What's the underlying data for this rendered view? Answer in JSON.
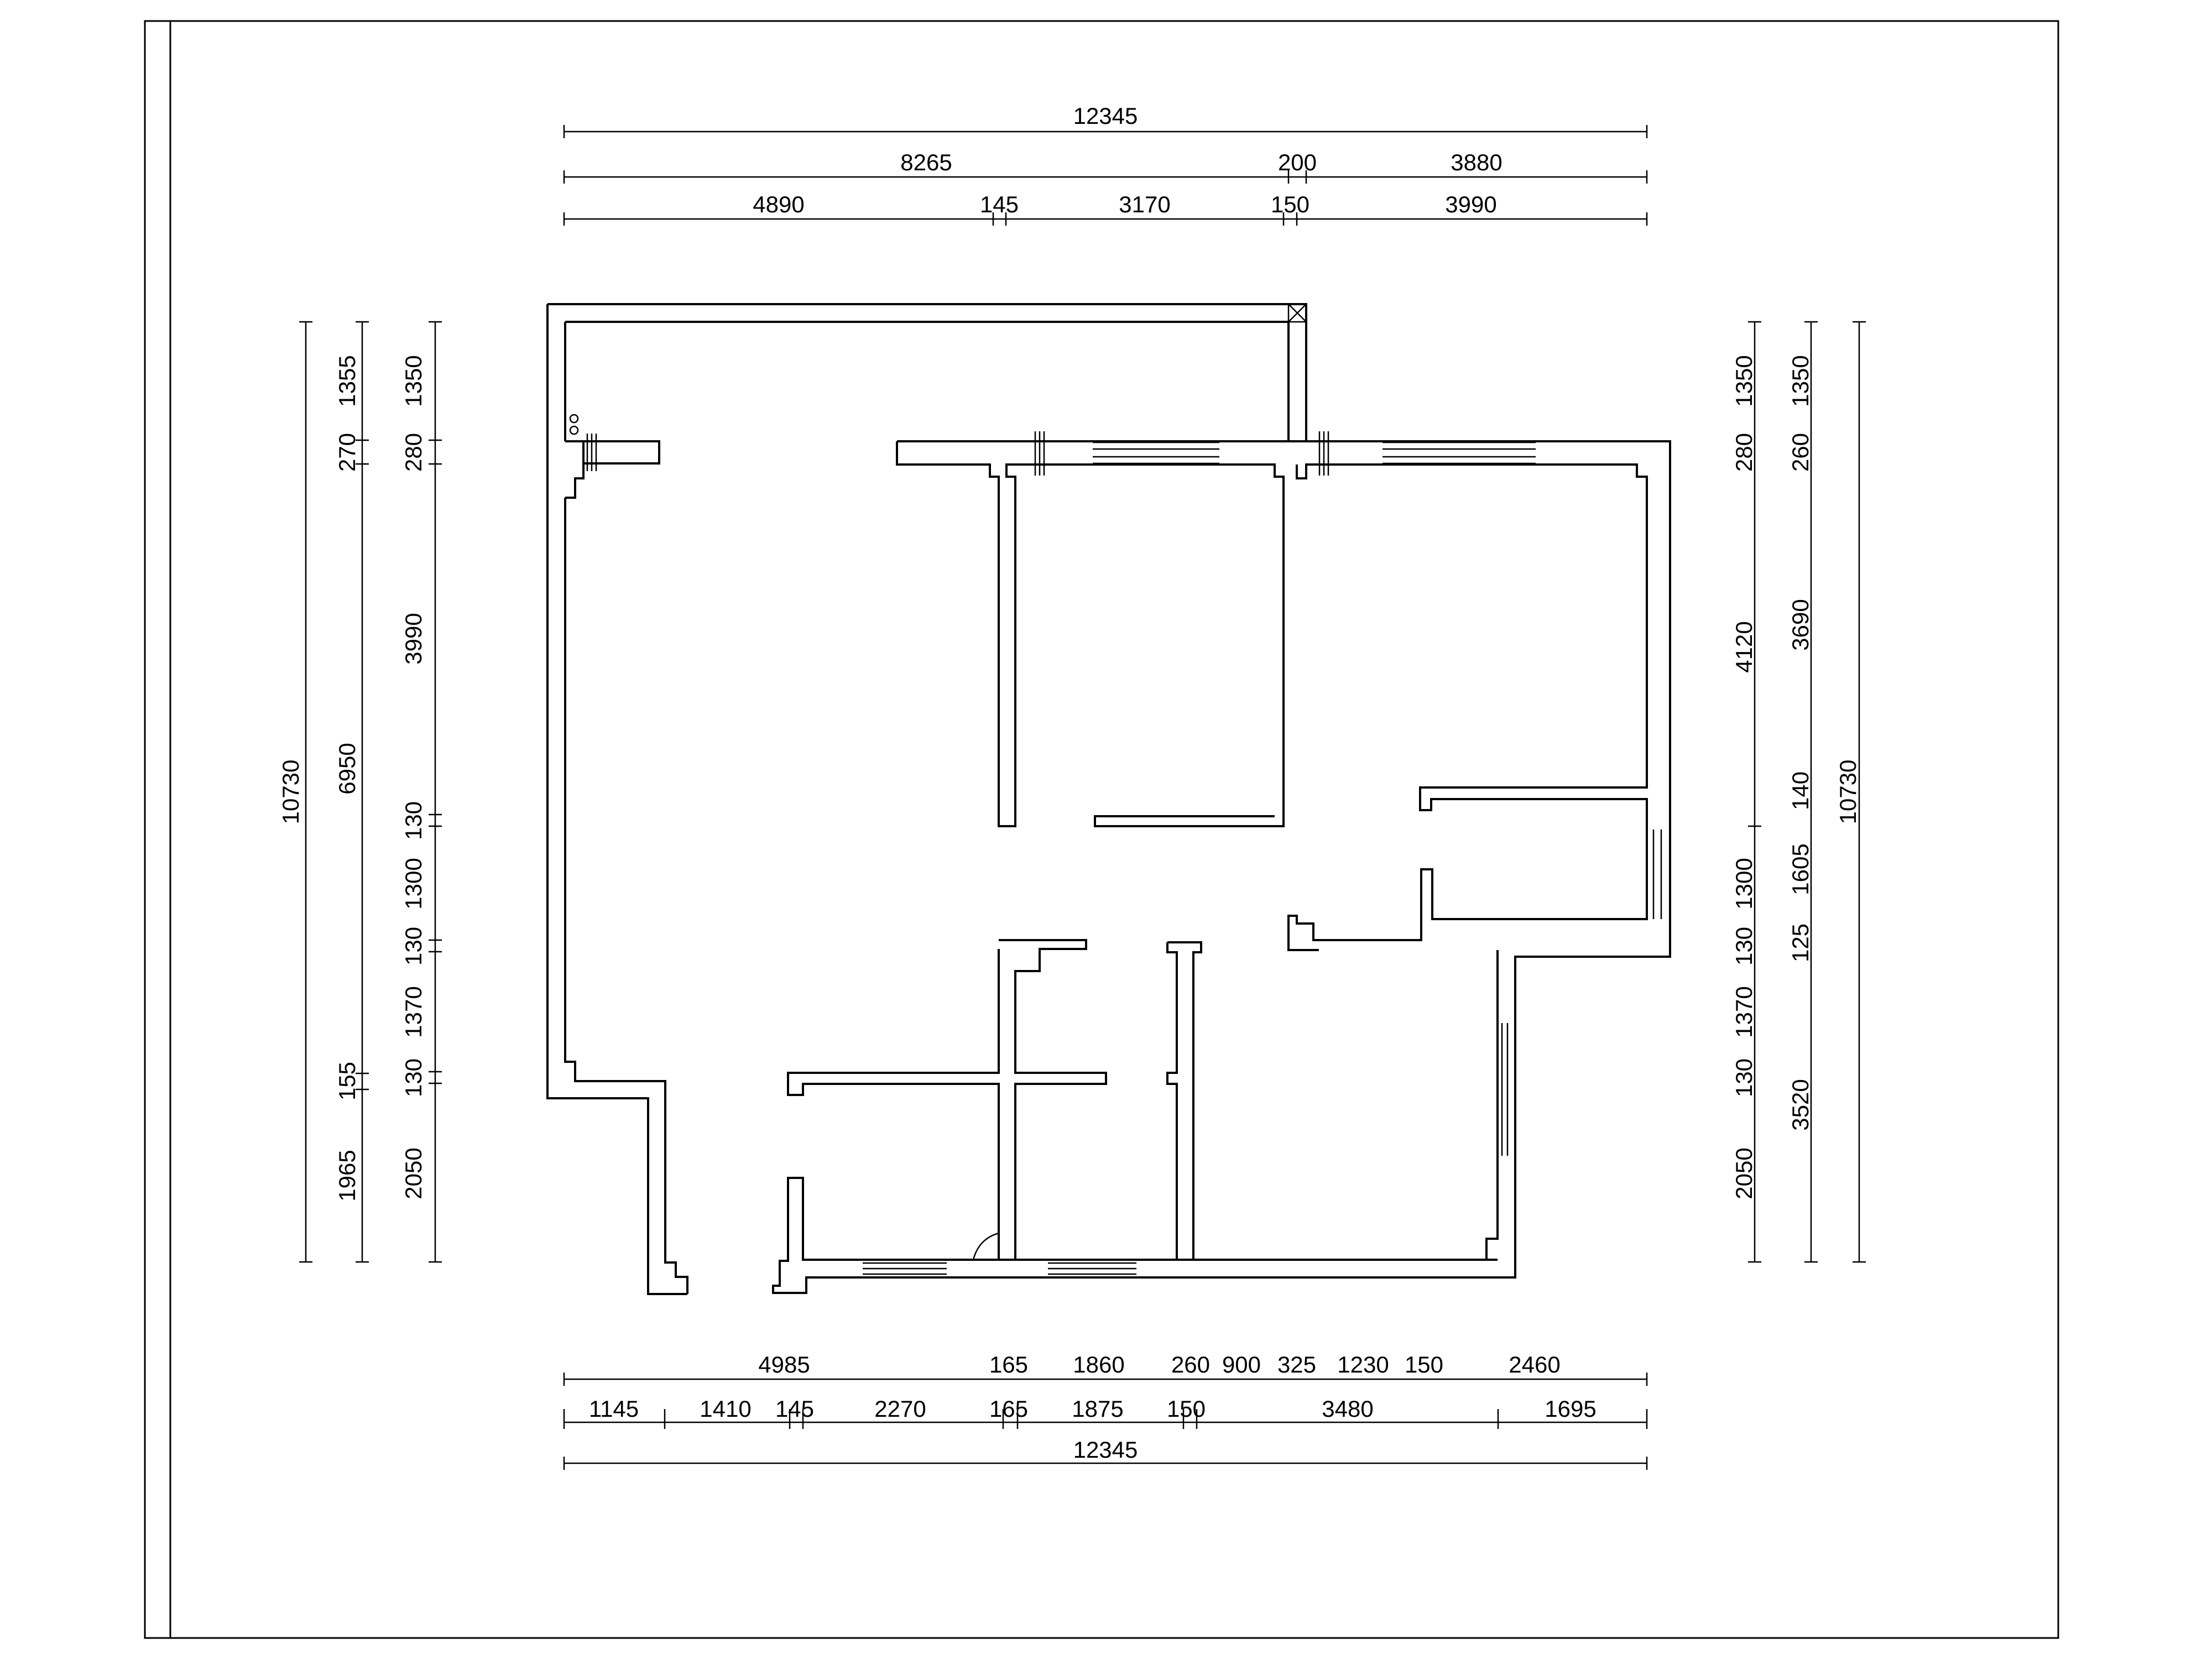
{
  "drawing": {
    "title": "",
    "line_color": "#000000",
    "background": "#ffffff"
  },
  "dimensions": {
    "top_overall": "12345",
    "top_mid": [
      "8265",
      "200",
      "3880"
    ],
    "top_inner": [
      "4890",
      "145",
      "3170",
      "150",
      "3990"
    ],
    "bottom_inner": [
      "4985",
      "165",
      "1860",
      "260",
      "900",
      "325",
      "1230",
      "150",
      "2460"
    ],
    "bottom_mid": [
      "1145",
      "1410",
      "145",
      "2270",
      "165",
      "1875",
      "150",
      "3480",
      "1695"
    ],
    "bottom_overall": "12345",
    "left_overall": "10730",
    "left_mid": [
      "1355",
      "270",
      "6950",
      "155",
      "1965"
    ],
    "left_inner": [
      "1350",
      "280",
      "3990",
      "130",
      "1300",
      "130",
      "1370",
      "130",
      "2050"
    ],
    "right_inner": [
      "1350",
      "280",
      "4120",
      "1300",
      "130",
      "1370",
      "130",
      "2050"
    ],
    "right_mid": [
      "1350",
      "260",
      "3690",
      "140",
      "1605",
      "125",
      "3520"
    ],
    "right_overall": "10730"
  }
}
